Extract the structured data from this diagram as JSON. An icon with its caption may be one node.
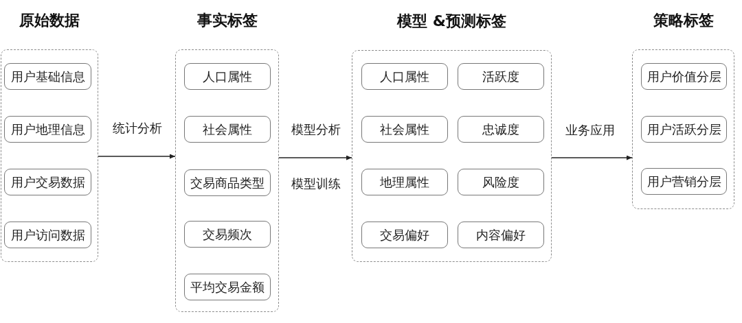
{
  "diagram": {
    "nodes": [
      {
        "text": [
          "原始数据"
        ]
      },
      {
        "text": [
          "用户基础信息"
        ],
        "in": 0
      },
      {
        "text": [
          "用户地理信息"
        ],
        "in": 0
      },
      {
        "text": [
          "用户交易数据"
        ],
        "in": 0
      },
      {
        "text": [
          "用户访问数据"
        ],
        "in": 0
      },
      {
        "text": [
          "事实标签"
        ]
      },
      {
        "text": [
          "人口属性"
        ],
        "in": 5
      },
      {
        "text": [
          "社会属性"
        ],
        "in": 5
      },
      {
        "text": [
          "交易商品类型"
        ],
        "in": 5
      },
      {
        "text": [
          "交易频次"
        ],
        "in": 5
      },
      {
        "text": [
          "平均交易金额"
        ],
        "in": 5
      },
      {
        "text": [
          "模型 &预测标签"
        ]
      },
      {
        "text": [
          "人口属性"
        ],
        "in": 11
      },
      {
        "text": [
          "活跃度"
        ],
        "in": 11
      },
      {
        "text": [
          "社会属性"
        ],
        "in": 11
      },
      {
        "text": [
          "忠诚度"
        ],
        "in": 11
      },
      {
        "text": [
          "地理属性"
        ],
        "in": 11
      },
      {
        "text": [
          "风险度"
        ],
        "in": 11
      },
      {
        "text": [
          "交易偏好"
        ],
        "in": 11
      },
      {
        "text": [
          "内容偏好"
        ],
        "in": 11
      },
      {
        "text": [
          "策略标签"
        ]
      },
      {
        "text": [
          "用户价值分层"
        ],
        "in": 20
      },
      {
        "text": [
          "用户活跃分层"
        ],
        "in": 20
      },
      {
        "text": [
          "用户营销分层"
        ],
        "in": 20
      }
    ],
    "edges": [
      {
        "from": 0,
        "to": 5,
        "arrow": "to",
        "label": "统计分析"
      },
      {
        "from": 5,
        "to": 11,
        "arrow": "to",
        "label": "模型分析"
      },
      {
        "from": 11,
        "to": 20,
        "arrow": "to",
        "label": "业务应用"
      }
    ],
    "labels": [
      "模型训练"
    ]
  }
}
